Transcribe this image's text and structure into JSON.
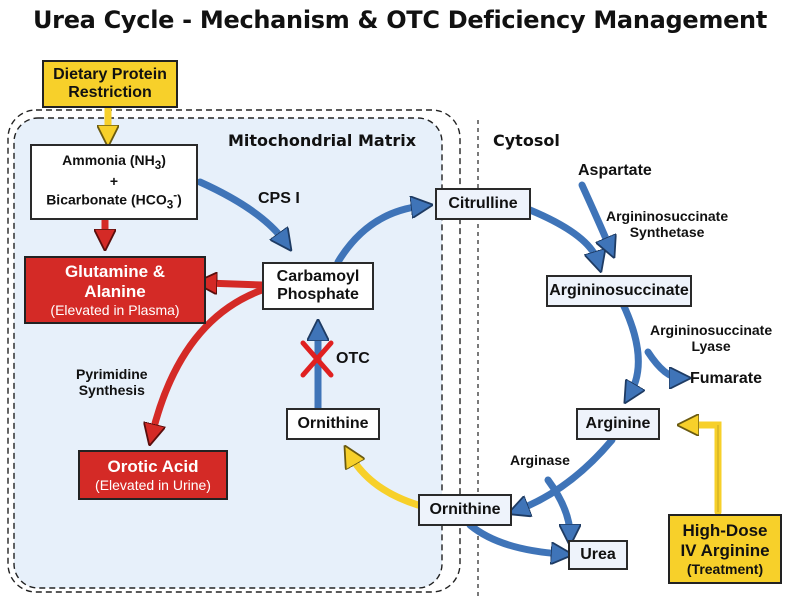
{
  "title": "Urea Cycle - Mechanism & OTC Deficiency Management",
  "regions": {
    "mito": "Mitochondrial Matrix",
    "cytosol": "Cytosol"
  },
  "nodes": {
    "diet_l1": "Dietary Protein",
    "diet_l2": "Restriction",
    "ammonia_l1": "Ammonia (NH",
    "ammonia_l1_sub": "3",
    "ammonia_l1_end": ")",
    "plus": "+",
    "bicarb_l1": "Bicarbonate (HCO",
    "bicarb_sub": "3",
    "bicarb_sup": "-",
    "bicarb_end": ")",
    "glut_l1": "Glutamine &",
    "glut_l2": "Alanine",
    "glut_sub": "(Elevated in Plasma)",
    "carb_l1": "Carbamoyl",
    "carb_l2": "Phosphate",
    "orotic_l1": "Orotic Acid",
    "orotic_sub": "(Elevated in Urine)",
    "ornithine_mito": "Ornithine",
    "citrulline": "Citrulline",
    "aspartate": "Aspartate",
    "argsucc": "Argininosuccinate",
    "fumarate": "Fumarate",
    "arginine": "Arginine",
    "ornithine_cyto": "Ornithine",
    "urea": "Urea",
    "arg_tx_l1": "High-Dose",
    "arg_tx_l2": "IV Arginine",
    "arg_tx_l3": "(Treatment)"
  },
  "enzymes": {
    "cps": "CPS I",
    "otc": "OTC",
    "ass_l1": "Argininosuccinate",
    "ass_l2": "Synthetase",
    "asl_l1": "Argininosuccinate",
    "asl_l2": "Lyase",
    "arginase": "Arginase",
    "pyr_l1": "Pyrimidine",
    "pyr_l2": "Synthesis"
  },
  "colors": {
    "blue_arrow": "#3f74b8",
    "red_arrow": "#d42a26",
    "yellow_arrow": "#f7d02a",
    "mito_fill": "#e7f0fa",
    "block_x": "#e02020"
  }
}
